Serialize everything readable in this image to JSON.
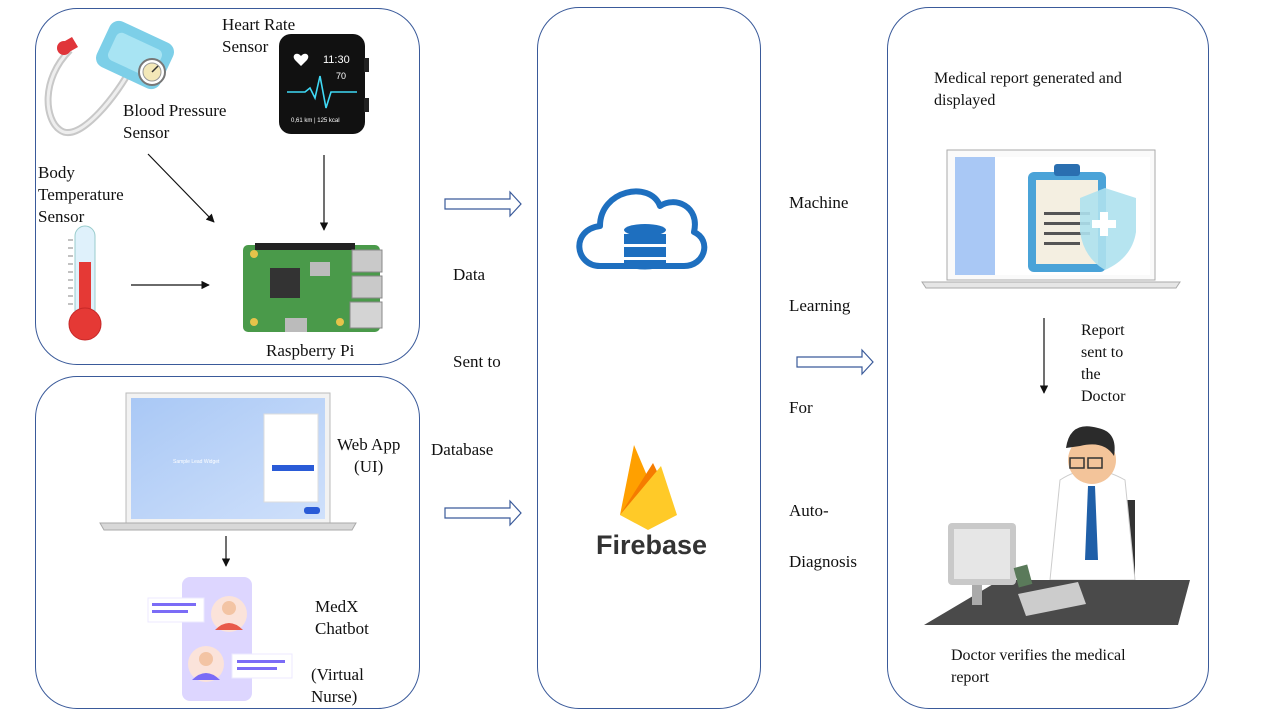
{
  "labels": {
    "heart_rate_sensor": "Heart Rate\nSensor",
    "blood_pressure_sensor": "Blood Pressure\nSensor",
    "body_temperature_sensor": "Body\nTemperature\nSensor",
    "raspberry_pi": "Raspberry Pi",
    "web_app": "Web App\n(UI)",
    "chatbot": "MedX\nChatbot",
    "virtual_nurse": "(Virtual\n  Nurse)",
    "data_flow": [
      "Data",
      "Sent to",
      "Database"
    ],
    "ml_flow": [
      "Machine",
      "Learning",
      "For",
      "Auto-",
      "Diagnosis"
    ],
    "report_generated": "Medical report generated and\ndisplayed",
    "report_sent": "Report\nsent to\nthe\nDoctor",
    "doctor_verifies": "Doctor verifies  the medical\nreport",
    "firebase": "Firebase"
  },
  "watch": {
    "time": "11:30",
    "bpm": "70",
    "stats": "0,61 km | 125 kcal"
  },
  "webapp_screen": {
    "caption": "Sample Lead Widget"
  },
  "colors": {
    "panel_border": "#3a5a9a",
    "cloud_blue": "#1e6fbf",
    "firebase_yellow": "#ffca28",
    "firebase_orange": "#f57c00",
    "thermometer_red": "#e53935",
    "chatbot_purple": "#7b6cf6"
  }
}
